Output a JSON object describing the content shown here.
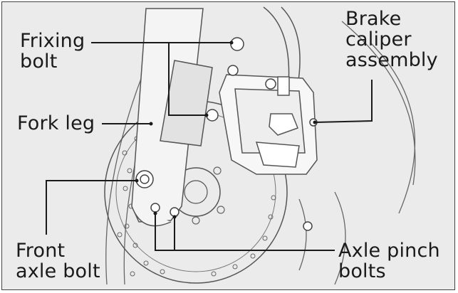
{
  "labels": {
    "fixing_bolt": [
      "Frixing",
      "bolt"
    ],
    "brake_caliper": [
      "Brake",
      "caliper",
      "assembly"
    ],
    "fork_leg": [
      "Fork leg"
    ],
    "front_axle_bolt": [
      "Front",
      "axle bolt"
    ],
    "axle_pinch_bolts": [
      "Axle pinch",
      "bolts"
    ]
  },
  "colors": {
    "line": "#1a1a1a",
    "drawing": "#555555",
    "background": "#ebebeb",
    "frame": "#444444"
  }
}
